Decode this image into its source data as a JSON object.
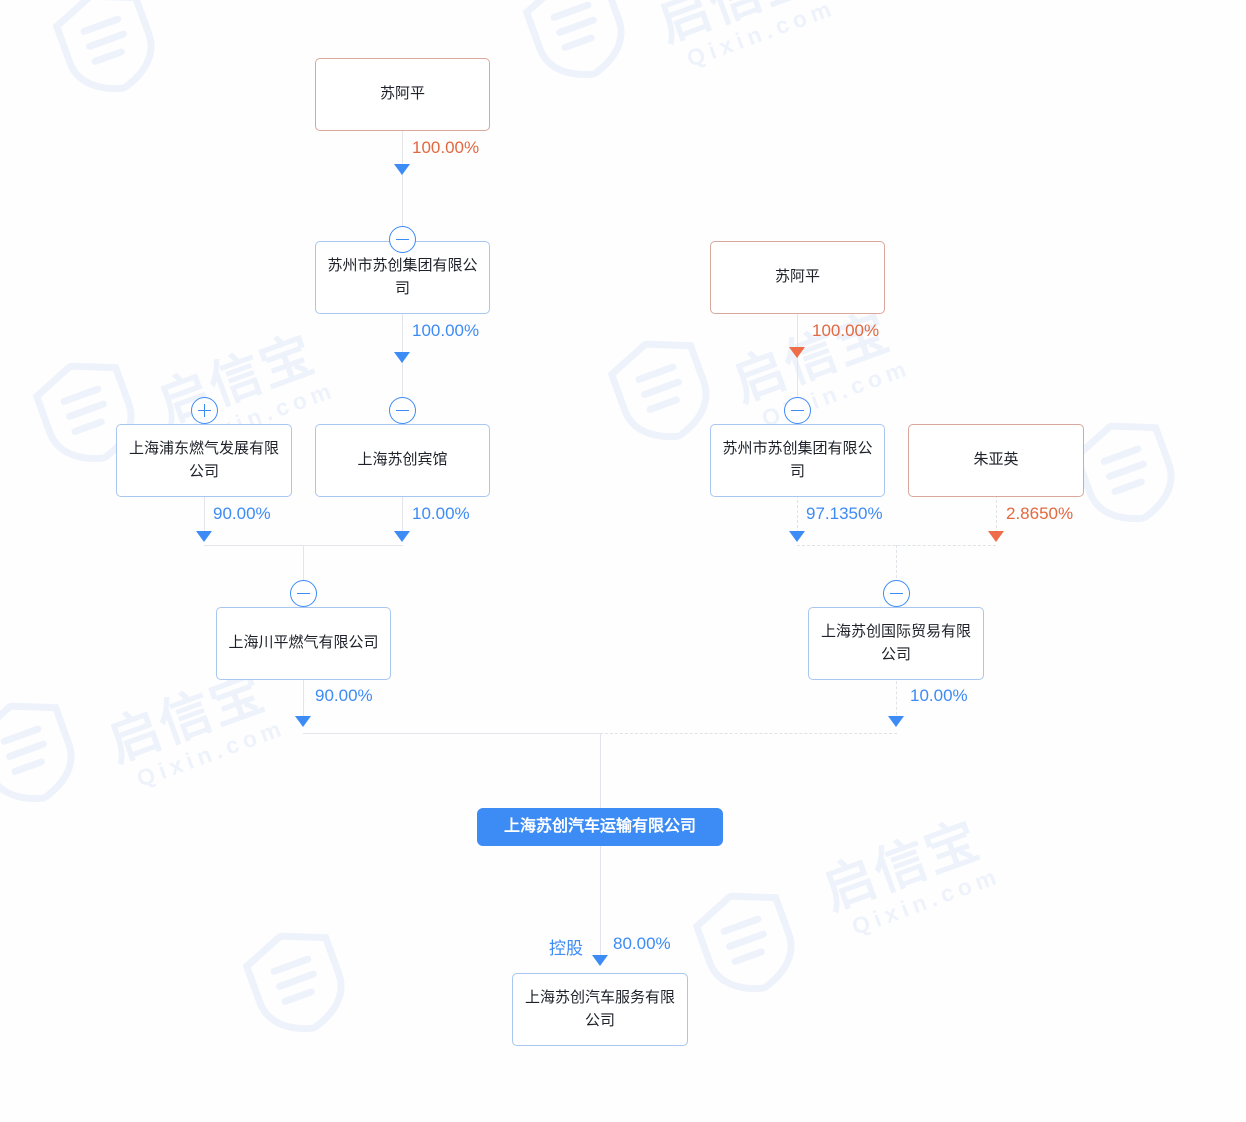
{
  "watermark": {
    "text": "启信宝",
    "sub": "Qixin.com",
    "logo_icon": "qixin-shield-logo"
  },
  "diagram": {
    "type": "ownership-structure-tree",
    "root": {
      "name": "上海苏创汽车运输有限公司",
      "kind": "company",
      "highlighted": true
    },
    "nodes": [
      {
        "id": "p1",
        "label": "苏阿平",
        "kind": "person",
        "toggle": null
      },
      {
        "id": "c1",
        "label": "苏州市苏创集团有限公司",
        "kind": "company",
        "toggle": "minus"
      },
      {
        "id": "c2",
        "label": "上海浦东燃气发展有限公司",
        "kind": "company",
        "toggle": "plus"
      },
      {
        "id": "c3",
        "label": "上海苏创宾馆",
        "kind": "company",
        "toggle": "minus"
      },
      {
        "id": "c4",
        "label": "上海川平燃气有限公司",
        "kind": "company",
        "toggle": "minus"
      },
      {
        "id": "p2",
        "label": "苏阿平",
        "kind": "person",
        "toggle": null
      },
      {
        "id": "c5",
        "label": "苏州市苏创集团有限公司",
        "kind": "company",
        "toggle": "minus"
      },
      {
        "id": "p3",
        "label": "朱亚英",
        "kind": "person",
        "toggle": null
      },
      {
        "id": "c6",
        "label": "上海苏创国际贸易有限公司",
        "kind": "company",
        "toggle": "minus"
      },
      {
        "id": "root",
        "label": "上海苏创汽车运输有限公司",
        "kind": "company",
        "toggle": null
      },
      {
        "id": "c7",
        "label": "上海苏创汽车服务有限公司",
        "kind": "company",
        "toggle": null
      }
    ],
    "edges": [
      {
        "from": "p1",
        "to": "c1",
        "percent": "100.00%",
        "color": "red"
      },
      {
        "from": "c1",
        "to": "c3",
        "percent": "100.00%",
        "color": "blue"
      },
      {
        "from": "c2",
        "to": "c4",
        "percent": "90.00%",
        "color": "blue"
      },
      {
        "from": "c3",
        "to": "c4",
        "percent": "10.00%",
        "color": "blue"
      },
      {
        "from": "p2",
        "to": "c5",
        "percent": "100.00%",
        "color": "red"
      },
      {
        "from": "c5",
        "to": "c6",
        "percent": "97.1350%",
        "color": "blue"
      },
      {
        "from": "p3",
        "to": "c6",
        "percent": "2.8650%",
        "color": "red"
      },
      {
        "from": "c4",
        "to": "root",
        "percent": "90.00%",
        "color": "blue"
      },
      {
        "from": "c6",
        "to": "root",
        "percent": "10.00%",
        "color": "blue"
      },
      {
        "from": "root",
        "to": "c7",
        "percent": "80.00%",
        "color": "blue",
        "relation": "控股"
      }
    ],
    "relation_label": "控股",
    "colors": {
      "accent_blue": "#3d8bf5",
      "person_red": "#e2683f",
      "company_border": "#a8c7ee",
      "person_border": "#d9a79c",
      "line": "#e2e5ea"
    }
  }
}
